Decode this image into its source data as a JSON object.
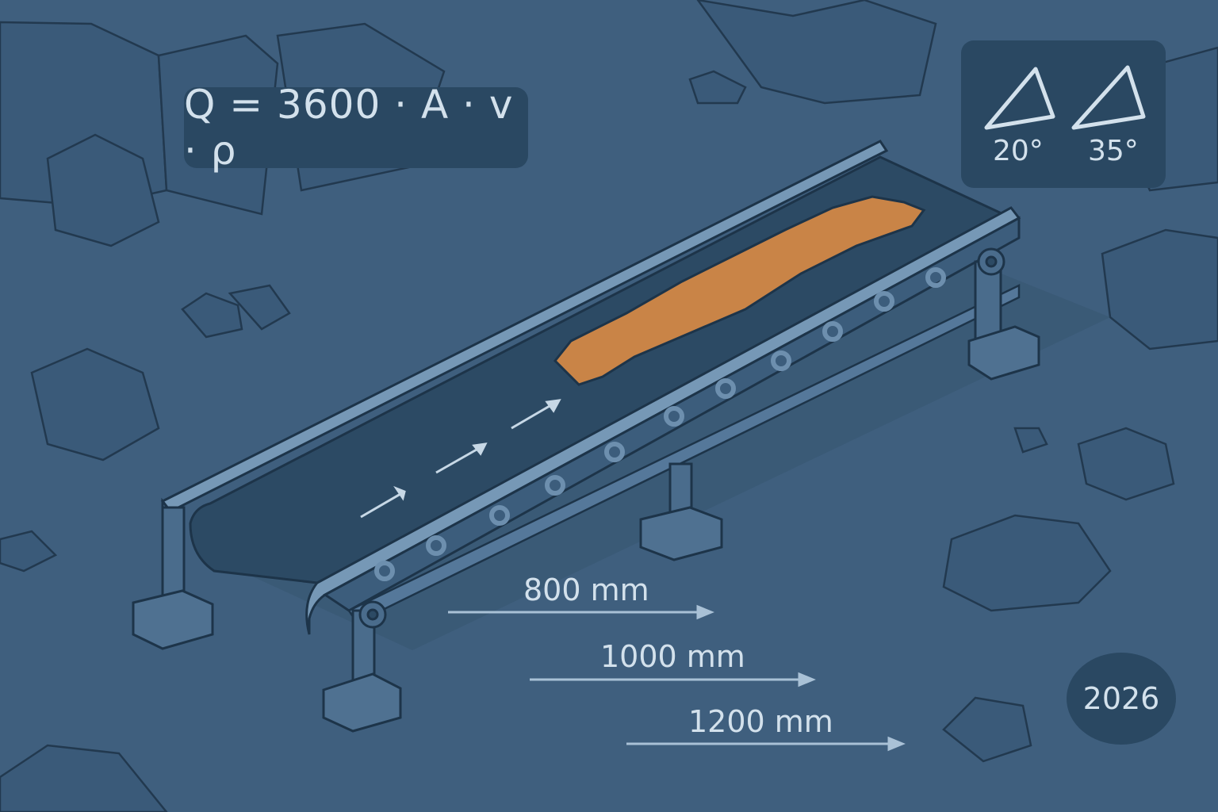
{
  "formula": {
    "text": "Q = 3600 · A · v · ρ"
  },
  "angles": {
    "items": [
      {
        "label": "20°",
        "icon": "triangle-icon"
      },
      {
        "label": "35°",
        "icon": "triangle-icon"
      }
    ]
  },
  "belt_widths": [
    {
      "label": "800 mm"
    },
    {
      "label": "1000 mm"
    },
    {
      "label": "1200 mm"
    }
  ],
  "year_badge": {
    "text": "2026"
  },
  "colors": {
    "background": "#3f5f7e",
    "panel": "#2a4862",
    "text": "#d3e1ec",
    "belt": "#2c4a64",
    "frame": "#55789a",
    "material": "#c98447",
    "outline": "#1d3449"
  }
}
